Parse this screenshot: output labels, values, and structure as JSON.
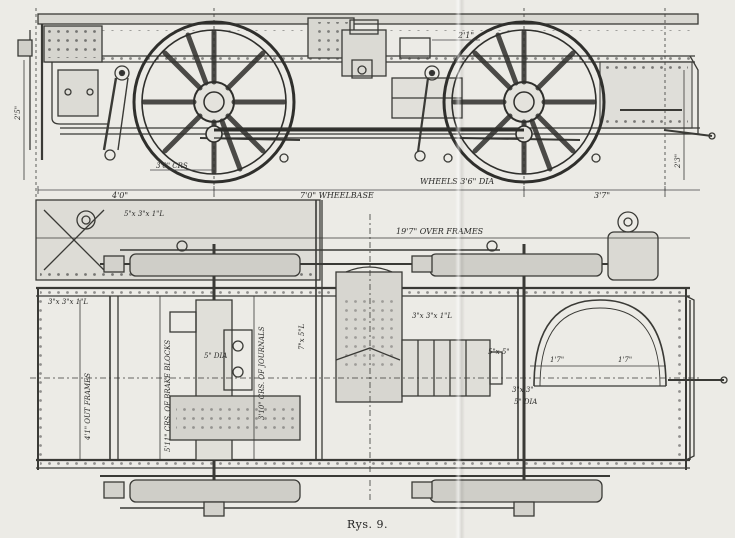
{
  "caption": "Rys. 9.",
  "elevation_labels": {
    "wheelbase": "7'0\" WHEELBASE",
    "wheels": "WHEELS 3'6\" DIA",
    "left_overhang": "4'0\"",
    "right_overhang": "3'7\"",
    "dim_2_1": "2'1\"",
    "dim_3_0": "3'0\" CRS",
    "left_height": "2'5\"",
    "right_height": "2'3\""
  },
  "plan_labels": {
    "over_frames": "19'7\" OVER FRAMES",
    "bar_top": "5\"x 3\"x 1\"L",
    "angle_left": "3\"x 3\"x 1\"L",
    "angle_mid": "3\"x 3\"x 1\"L",
    "brake_blocks": "5'11\" CRS. OF BRAKE BLOCKS",
    "journals": "3'10\" CRS. OF JOURNALS",
    "frames": "4'1\" OUT FRAMES",
    "dia_small": "5\" DIA",
    "dim_5_5": "5\"x 5\"",
    "dim_1_7a": "1'7\"",
    "dim_1_7b": "1'7\"",
    "dim_3_3": "3\"x 3\"",
    "dim_7_5": "7\"x 5\"L",
    "dia_right": "5\" DIA"
  }
}
